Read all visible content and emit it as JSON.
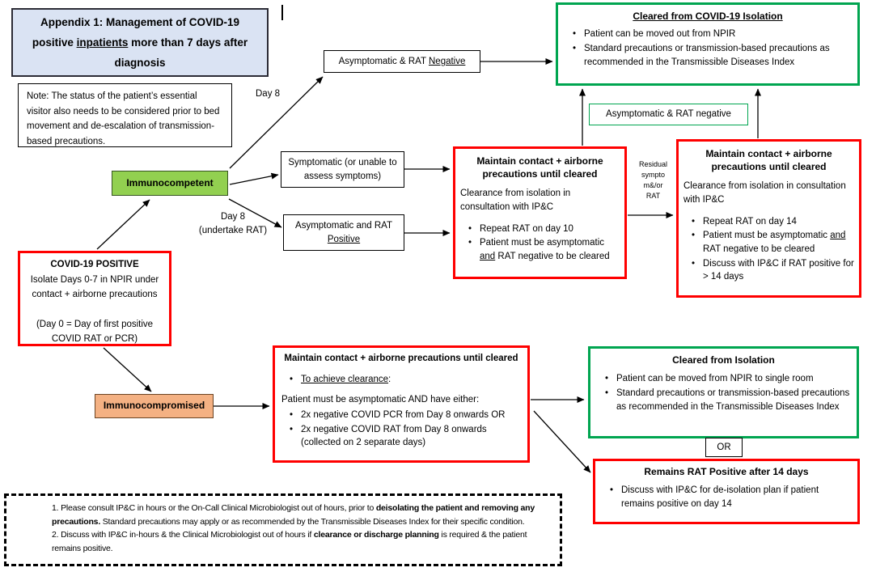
{
  "header": {
    "title_pre": "Appendix 1: Management of COVID-19 positive ",
    "title_underline": "inpatients",
    "title_post": " more than 7 days after diagnosis"
  },
  "note_box": "Note: The status of the patient’s essential visitor also needs to be considered prior to bed movement and de-escalation of transmission-based precautions.",
  "branch_labels": {
    "day8": "Day 8",
    "day8_undertake_line1": "Day 8",
    "day8_undertake_line2": "(undertake RAT)",
    "residual_l1": "Residual",
    "residual_l2": "sympto",
    "residual_l3": "m&/or",
    "residual_l4": "RAT",
    "or": "OR"
  },
  "covid_positive": {
    "title": "COVID-19 POSITIVE",
    "body1": "Isolate Days 0-7 in NPIR under contact + airborne precautions",
    "body2": "(Day 0 = Day of first positive COVID RAT or PCR)"
  },
  "immunocompetent_label": "Immunocompetent",
  "immunocompromised_label": "Immunocompromised",
  "asym_rat_negative": {
    "pre": "Asymptomatic & RAT ",
    "underline": "Negative"
  },
  "symptomatic_box": "Symptomatic (or unable to assess symptoms)",
  "asym_rat_positive": {
    "line1": "Asymptomatic and RAT",
    "underline": "Positive"
  },
  "cleared_covid": {
    "title": "Cleared from COVID-19 Isolation",
    "bullets": [
      "Patient can be moved out from NPIR",
      "Standard precautions or transmission-based precautions as recommended in the Transmissible Diseases Index"
    ]
  },
  "asym_rat_negative_small": "Asymptomatic & RAT negative",
  "maintain_day10": {
    "title": "Maintain contact + airborne precautions until cleared",
    "body": "Clearance from isolation in consultation with IP&C",
    "bullet1": "Repeat RAT on day 10",
    "bullet2_pre": "Patient must be asymptomatic ",
    "bullet2_underline": "and",
    "bullet2_post": " RAT negative to be cleared"
  },
  "maintain_day14": {
    "title": "Maintain contact + airborne precautions until cleared",
    "body": "Clearance from isolation in consultation with IP&C",
    "bullet1": "Repeat RAT on day 14",
    "bullet2_pre": "Patient must be asymptomatic ",
    "bullet2_underline": "and",
    "bullet2_post": " RAT negative to be cleared",
    "bullet3": "Discuss with IP&C if RAT positive for > 14 days"
  },
  "maintain_ic": {
    "title": "Maintain contact + airborne precautions until cleared",
    "bullet1_underline": "To achieve clearance",
    "bullet1_post": ":",
    "body": "Patient must be asymptomatic AND have either:",
    "bullet2": "2x negative COVID PCR from Day 8 onwards OR",
    "bullet3": "2x negative COVID RAT from Day 8 onwards (collected on 2 separate days)"
  },
  "cleared_isolation": {
    "title": "Cleared from Isolation",
    "bullets": [
      "Patient can be moved from NPIR to single room",
      "Standard precautions or transmission-based precautions as recommended in the Transmissible Diseases Index"
    ]
  },
  "remains_positive": {
    "title": "Remains RAT Positive after 14 days",
    "bullet1": "Discuss with IP&C for de-isolation plan if patient remains positive on day 14"
  },
  "footnotes": {
    "n1_pre": "1. Please consult IP&C in hours or the On-Call Clinical Microbiologist out of hours, prior to ",
    "n1_bold": "deisolating the patient and removing any precautions.",
    "n1_post": " Standard precautions may apply or as recommended by the Transmissible Diseases Index for their specific condition.",
    "n2_pre": "2. Discuss with IP&C in-hours & the Clinical Microbiologist out of hours if ",
    "n2_bold": "clearance or discharge planning",
    "n2_post": " is required & the patient remains positive."
  },
  "colors": {
    "red_border": "#ff0000",
    "green_border": "#00a550",
    "title_fill": "#dae3f3",
    "immunocompetent_fill": "#92d050",
    "immunocompromised_fill": "#f4b183"
  }
}
